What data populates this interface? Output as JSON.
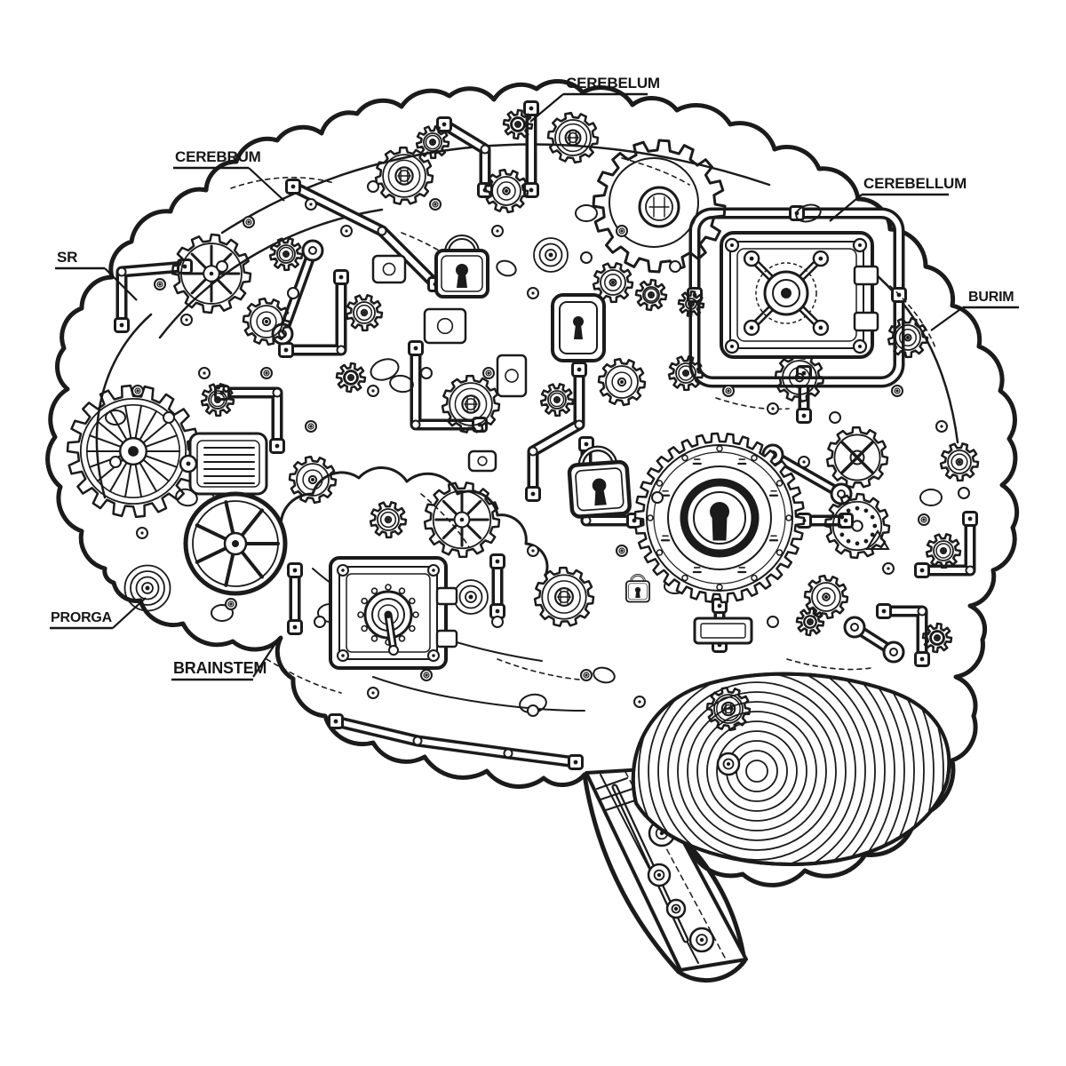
{
  "figure": {
    "subject": "Mechanical brain illustration made of gears, locks, pipes and a vault",
    "style": "black and white line art, side view, brainstem descending"
  },
  "colors": {
    "line": "#1b1b1b",
    "background": "#ffffff"
  },
  "labels": {
    "top": "CEREBELUM",
    "upper_left": "CEREBRUM",
    "left": "SR",
    "upper_right": "CEREBELLUM",
    "right": "BURIM",
    "lower_left": "PRORGA",
    "bottom_left": "BRAINSTEM"
  }
}
